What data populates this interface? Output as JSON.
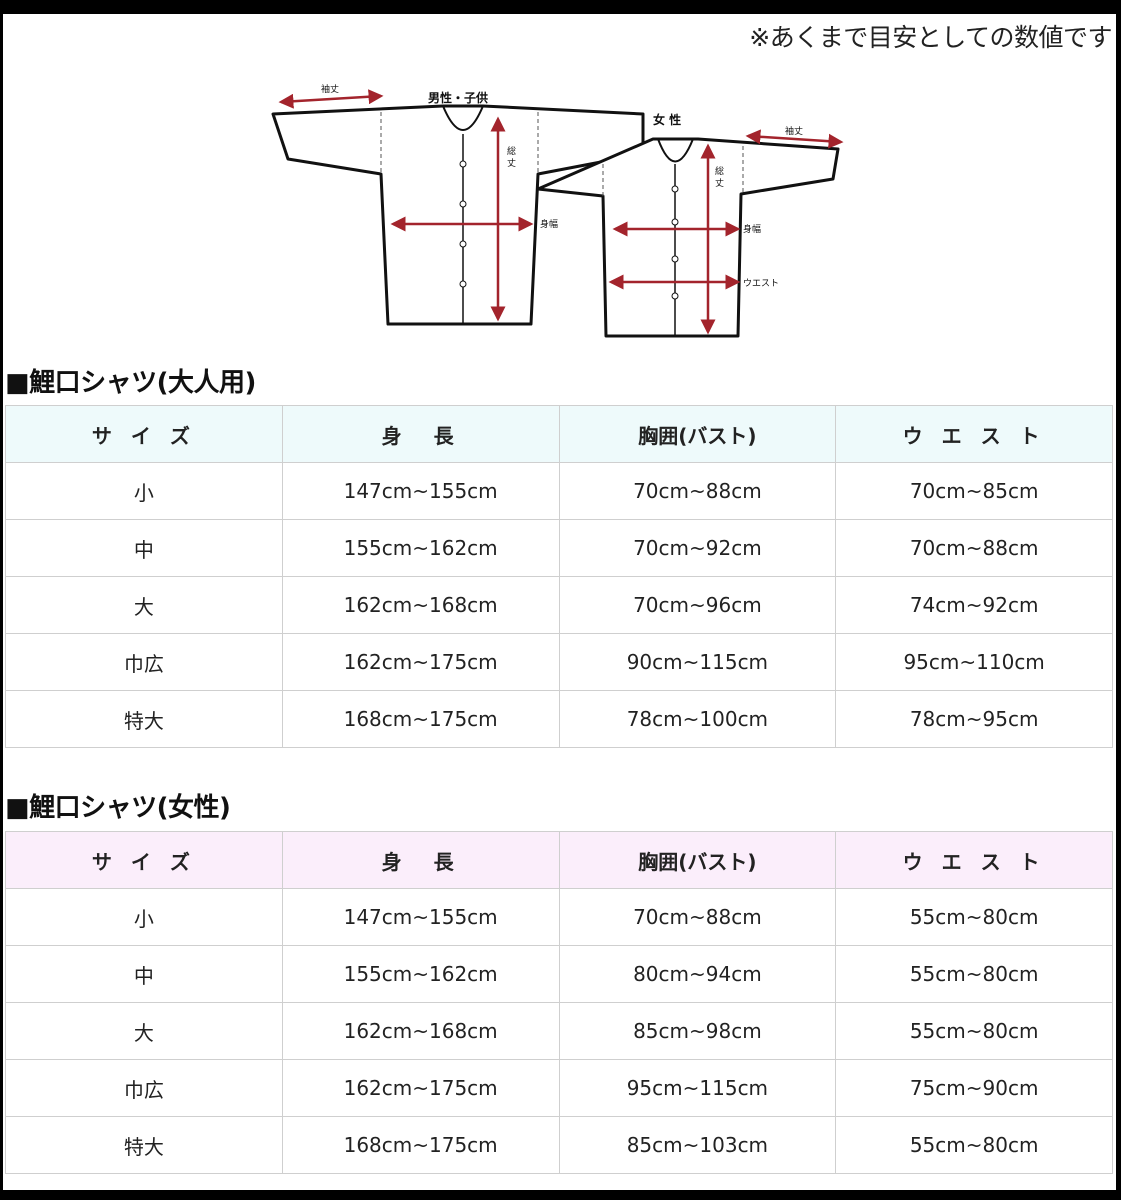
{
  "note": "※あくまで目安としての数値です",
  "diagram": {
    "men_title": "男性・子供",
    "women_title": "女 性",
    "sleeve_label": "袖丈",
    "length_label_1": "総",
    "length_label_2": "丈",
    "chest_label": "身幅",
    "waist_label": "ウエスト"
  },
  "adult": {
    "title": "■鯉口シャツ(大人用)",
    "headers": [
      "サ イ ズ",
      "身　長",
      "胸囲(バスト)",
      "ウ エ ス ト"
    ],
    "rows": [
      [
        "小",
        "147cm~155cm",
        "70cm~88cm",
        "70cm~85cm"
      ],
      [
        "中",
        "155cm~162cm",
        "70cm~92cm",
        "70cm~88cm"
      ],
      [
        "大",
        "162cm~168cm",
        "70cm~96cm",
        "74cm~92cm"
      ],
      [
        "巾広",
        "162cm~175cm",
        "90cm~115cm",
        "95cm~110cm"
      ],
      [
        "特大",
        "168cm~175cm",
        "78cm~100cm",
        "78cm~95cm"
      ]
    ]
  },
  "women": {
    "title": "■鯉口シャツ(女性)",
    "headers": [
      "サ イ ズ",
      "身　長",
      "胸囲(バスト)",
      "ウ エ ス ト"
    ],
    "rows": [
      [
        "小",
        "147cm~155cm",
        "70cm~88cm",
        "55cm~80cm"
      ],
      [
        "中",
        "155cm~162cm",
        "80cm~94cm",
        "55cm~80cm"
      ],
      [
        "大",
        "162cm~168cm",
        "85cm~98cm",
        "55cm~80cm"
      ],
      [
        "巾広",
        "162cm~175cm",
        "95cm~115cm",
        "75cm~90cm"
      ],
      [
        "特大",
        "168cm~175cm",
        "85cm~103cm",
        "55cm~80cm"
      ]
    ]
  },
  "colors": {
    "adult_header_bg": "#eefafb",
    "women_header_bg": "#fbeefb",
    "measure_arrow": "#a3242c"
  }
}
